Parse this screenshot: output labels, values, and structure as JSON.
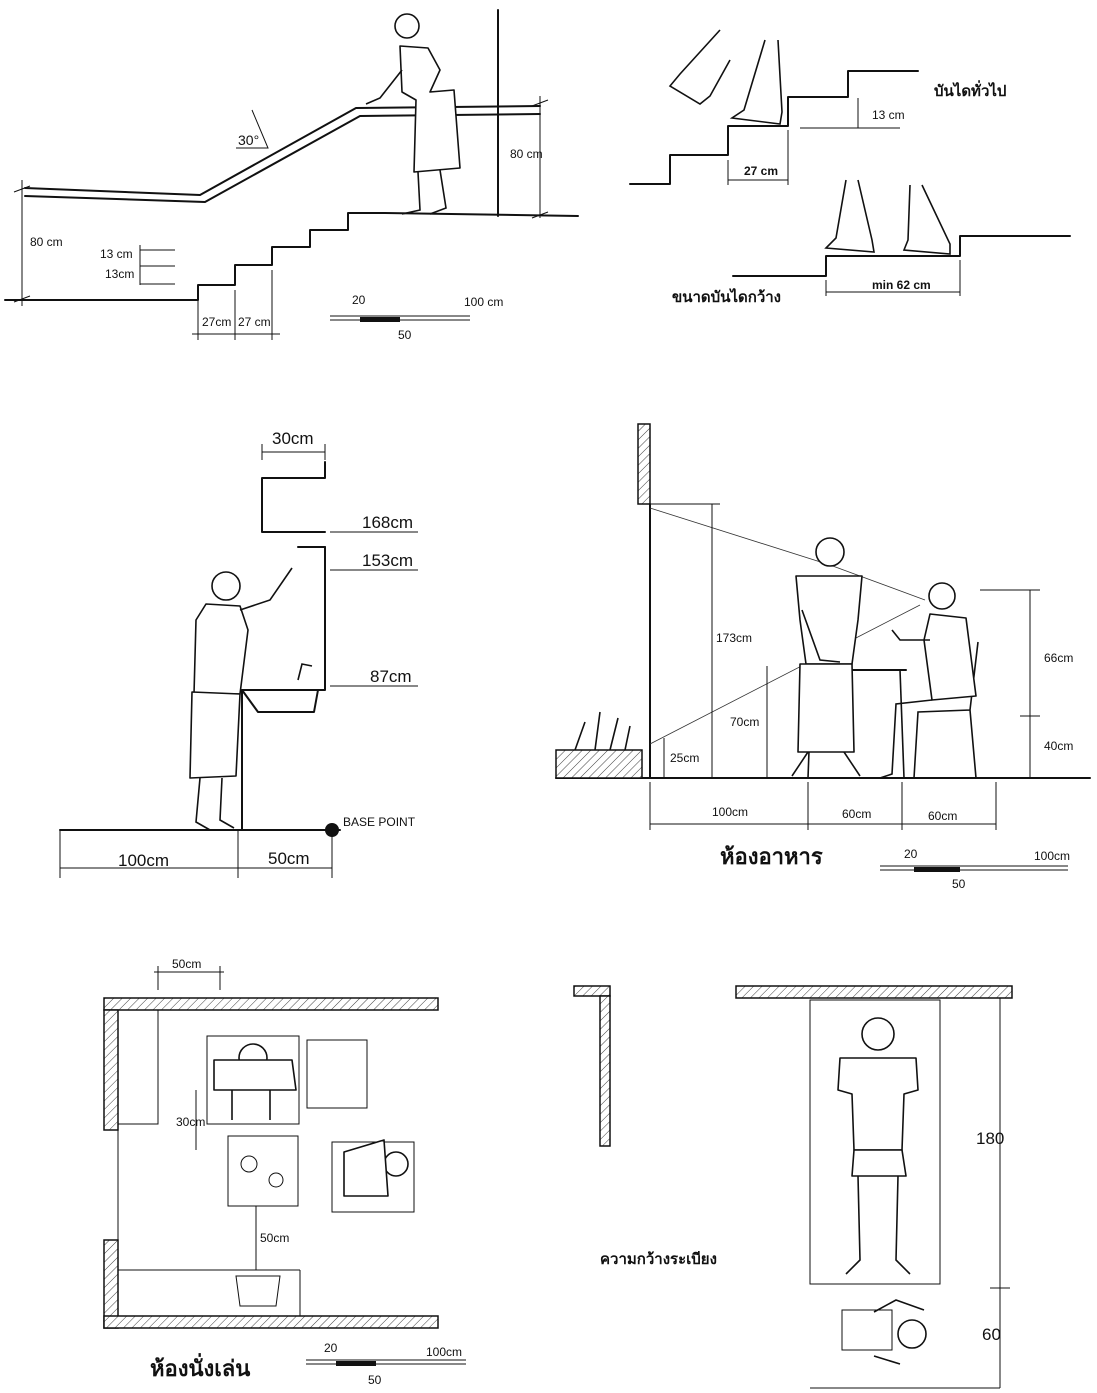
{
  "stair": {
    "angle": "30°",
    "handrail_height_right": "80 cm",
    "handrail_height_left": "80 cm",
    "riser_top": "13 cm",
    "riser_bottom": "13cm",
    "tread_1": "27cm",
    "tread_2": "27 cm",
    "scale": {
      "a": "20",
      "mid": "50",
      "b": "100 cm"
    }
  },
  "step_detail": {
    "title_general": "บันไดทั่วไป",
    "riser": "13 cm",
    "tread": "27 cm",
    "title_wide": "ขนาดบันไดกว้าง",
    "wide": "min 62 cm"
  },
  "kitchen": {
    "shelf_depth": "30cm",
    "h1": "168cm",
    "h2": "153cm",
    "h3": "87cm",
    "base_point": "BASE POINT",
    "w1": "100cm",
    "w2": "50cm"
  },
  "dining": {
    "eye_height": "173cm",
    "table_height": "70cm",
    "planter": "25cm",
    "sitting_eye": "66cm",
    "seat": "40cm",
    "w1": "100cm",
    "w2": "60cm",
    "w3": "60cm",
    "title": "ห้องอาหาร",
    "scale": {
      "a": "20",
      "mid": "50",
      "b": "100cm"
    }
  },
  "living": {
    "chair_depth": "50cm",
    "gap": "30cm",
    "clearance": "50cm",
    "title": "ห้องนั่งเล่น",
    "scale": {
      "a": "20",
      "mid": "50",
      "b": "100cm"
    }
  },
  "balcony": {
    "title": "ความกว้างระเบียง",
    "length": "180",
    "width": "60"
  }
}
